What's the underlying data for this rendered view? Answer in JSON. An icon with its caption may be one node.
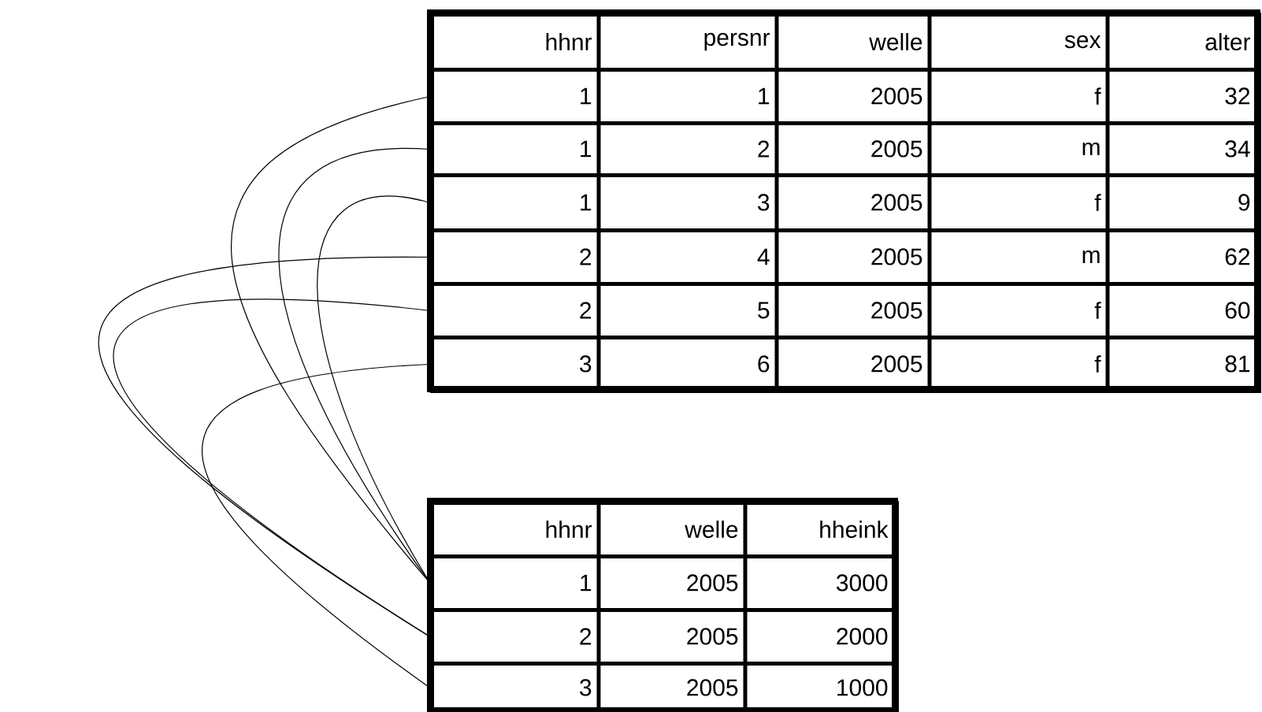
{
  "diagram": {
    "nodes": [
      {
        "text": [
          "hhnr",
          "persnr",
          "welle",
          "sex",
          "alter"
        ]
      },
      {
        "text": [
          "1",
          "1",
          "2005",
          "f",
          "32"
        ]
      },
      {
        "text": [
          "1",
          "2",
          "2005",
          "m",
          "34"
        ]
      },
      {
        "text": [
          "1",
          "3",
          "2005",
          "f",
          "9"
        ]
      },
      {
        "text": [
          "2",
          "4",
          "2005",
          "m",
          "62"
        ]
      },
      {
        "text": [
          "2",
          "5",
          "2005",
          "f",
          "60"
        ]
      },
      {
        "text": [
          "3",
          "6",
          "2005",
          "f",
          "81"
        ]
      },
      {
        "text": [
          "hhnr",
          "welle",
          "hheink"
        ]
      },
      {
        "text": [
          "1",
          "2005",
          "3000"
        ]
      },
      {
        "text": [
          "2",
          "2005",
          "2000"
        ]
      },
      {
        "text": [
          "3",
          "2005",
          "1000"
        ]
      }
    ],
    "edges": [
      {
        "from": 1,
        "to": 8,
        "arrow": "none"
      },
      {
        "from": 2,
        "to": 8,
        "arrow": "none"
      },
      {
        "from": 3,
        "to": 8,
        "arrow": "none"
      },
      {
        "from": 4,
        "to": 9,
        "arrow": "none"
      },
      {
        "from": 5,
        "to": 9,
        "arrow": "none"
      },
      {
        "from": 6,
        "to": 10,
        "arrow": "none"
      }
    ]
  }
}
